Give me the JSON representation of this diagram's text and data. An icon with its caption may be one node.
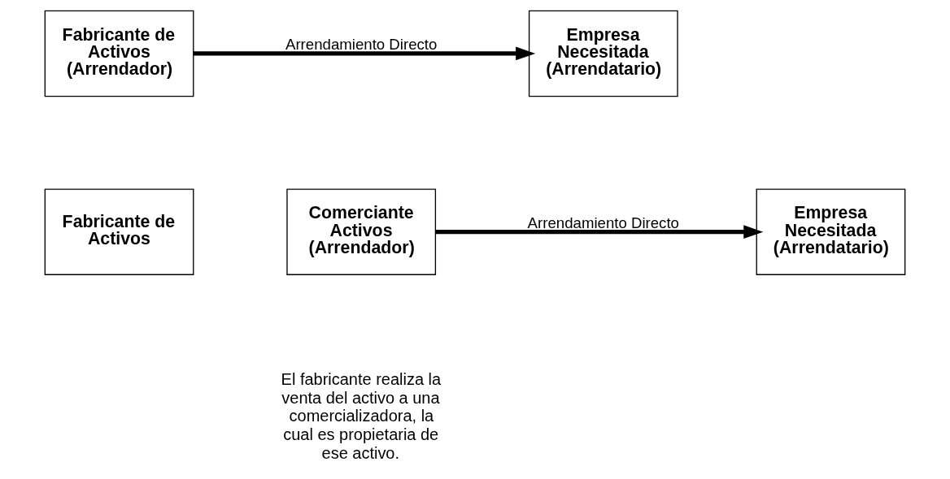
{
  "diagram": {
    "nodes": [
      {
        "text": [
          "Fabricante de Activos (Arrendador)"
        ]
      },
      {
        "text": [
          "Empresa Necesitada (Arrendatario)"
        ]
      },
      {
        "text": [
          "Fabricante de Activos"
        ]
      },
      {
        "text": [
          "Comerciante Activos (Arrendador)"
        ]
      },
      {
        "text": [
          "Empresa Necesitada (Arrendatario)"
        ]
      }
    ],
    "edges": [
      {
        "from": 0,
        "to": 1,
        "arrow": "to",
        "label": "Arrendamiento Directo"
      },
      {
        "from": 3,
        "to": 4,
        "arrow": "to",
        "label": "Arrendamiento Directo"
      }
    ],
    "labels": [
      "El fabricante realiza la venta del activo a una comercializadora, la cual es propietaria de ese activo."
    ]
  }
}
